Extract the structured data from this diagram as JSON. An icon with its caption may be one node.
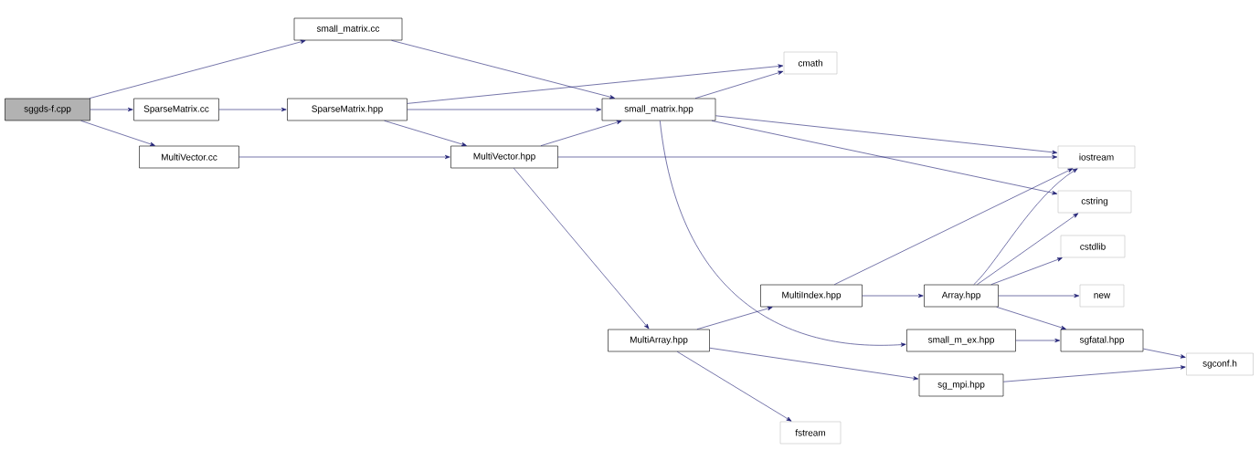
{
  "diagram": {
    "nodes": [
      {
        "text": [
          "sggds-f.cpp"
        ]
      },
      {
        "text": [
          "small_matrix.cc"
        ]
      },
      {
        "text": [
          "SparseMatrix.cc"
        ]
      },
      {
        "text": [
          "MultiVector.cc"
        ]
      },
      {
        "text": [
          "SparseMatrix.hpp"
        ]
      },
      {
        "text": [
          "cmath"
        ]
      },
      {
        "text": [
          "small_matrix.hpp"
        ]
      },
      {
        "text": [
          "MultiVector.hpp"
        ]
      },
      {
        "text": [
          "iostream"
        ]
      },
      {
        "text": [
          "cstring"
        ]
      },
      {
        "text": [
          "cstdlib"
        ]
      },
      {
        "text": [
          "MultiIndex.hpp"
        ]
      },
      {
        "text": [
          "Array.hpp"
        ]
      },
      {
        "text": [
          "new"
        ]
      },
      {
        "text": [
          "small_m_ex.hpp"
        ]
      },
      {
        "text": [
          "sgfatal.hpp"
        ]
      },
      {
        "text": [
          "MultiArray.hpp"
        ]
      },
      {
        "text": [
          "sg_mpi.hpp"
        ]
      },
      {
        "text": [
          "sgconf.h"
        ]
      },
      {
        "text": [
          "fstream"
        ]
      }
    ],
    "edges": [
      {
        "from": 0,
        "to": 1,
        "arrow": "to"
      },
      {
        "from": 0,
        "to": 2,
        "arrow": "to"
      },
      {
        "from": 0,
        "to": 3,
        "arrow": "to"
      },
      {
        "from": 1,
        "to": 6,
        "arrow": "to"
      },
      {
        "from": 2,
        "to": 4,
        "arrow": "to"
      },
      {
        "from": 3,
        "to": 7,
        "arrow": "to"
      },
      {
        "from": 4,
        "to": 5,
        "arrow": "to"
      },
      {
        "from": 4,
        "to": 6,
        "arrow": "to"
      },
      {
        "from": 4,
        "to": 7,
        "arrow": "to"
      },
      {
        "from": 6,
        "to": 5,
        "arrow": "to"
      },
      {
        "from": 6,
        "to": 8,
        "arrow": "to"
      },
      {
        "from": 6,
        "to": 9,
        "arrow": "to"
      },
      {
        "from": 6,
        "to": 14,
        "arrow": "to"
      },
      {
        "from": 7,
        "to": 6,
        "arrow": "to"
      },
      {
        "from": 7,
        "to": 8,
        "arrow": "to"
      },
      {
        "from": 7,
        "to": 16,
        "arrow": "to"
      },
      {
        "from": 16,
        "to": 11,
        "arrow": "to"
      },
      {
        "from": 16,
        "to": 17,
        "arrow": "to"
      },
      {
        "from": 16,
        "to": 19,
        "arrow": "to"
      },
      {
        "from": 11,
        "to": 8,
        "arrow": "to"
      },
      {
        "from": 11,
        "to": 12,
        "arrow": "to"
      },
      {
        "from": 12,
        "to": 8,
        "arrow": "to"
      },
      {
        "from": 12,
        "to": 9,
        "arrow": "to"
      },
      {
        "from": 12,
        "to": 10,
        "arrow": "to"
      },
      {
        "from": 12,
        "to": 13,
        "arrow": "to"
      },
      {
        "from": 12,
        "to": 15,
        "arrow": "to"
      },
      {
        "from": 14,
        "to": 15,
        "arrow": "to"
      },
      {
        "from": 15,
        "to": 18,
        "arrow": "to"
      },
      {
        "from": 17,
        "to": 18,
        "arrow": "to"
      }
    ]
  }
}
